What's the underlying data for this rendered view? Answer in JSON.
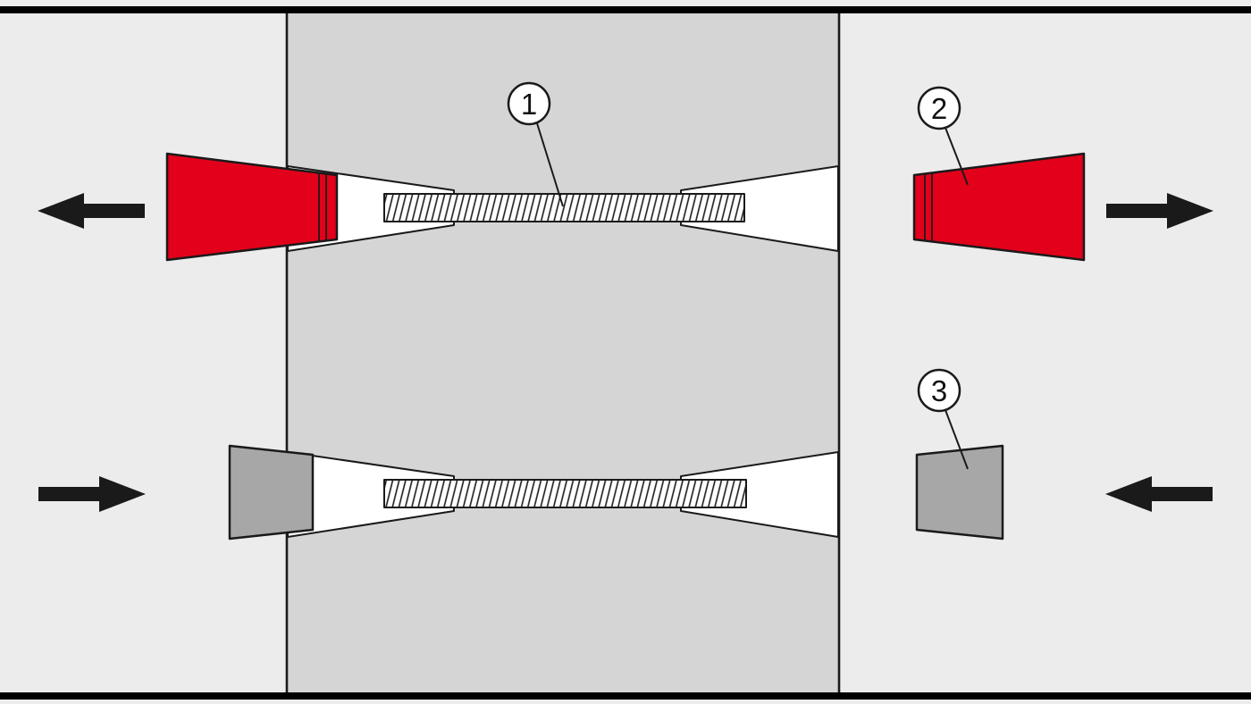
{
  "figure": {
    "callouts": [
      {
        "number": "1"
      },
      {
        "number": "2"
      },
      {
        "number": "3"
      }
    ],
    "colors": {
      "background": "#ececec",
      "wall": "#d5d5d5",
      "white": "#ffffff",
      "red_cap": "#e2001a",
      "gray_cap": "#a7a7a7",
      "line": "#1a1a1a",
      "frame": "#000000"
    }
  }
}
